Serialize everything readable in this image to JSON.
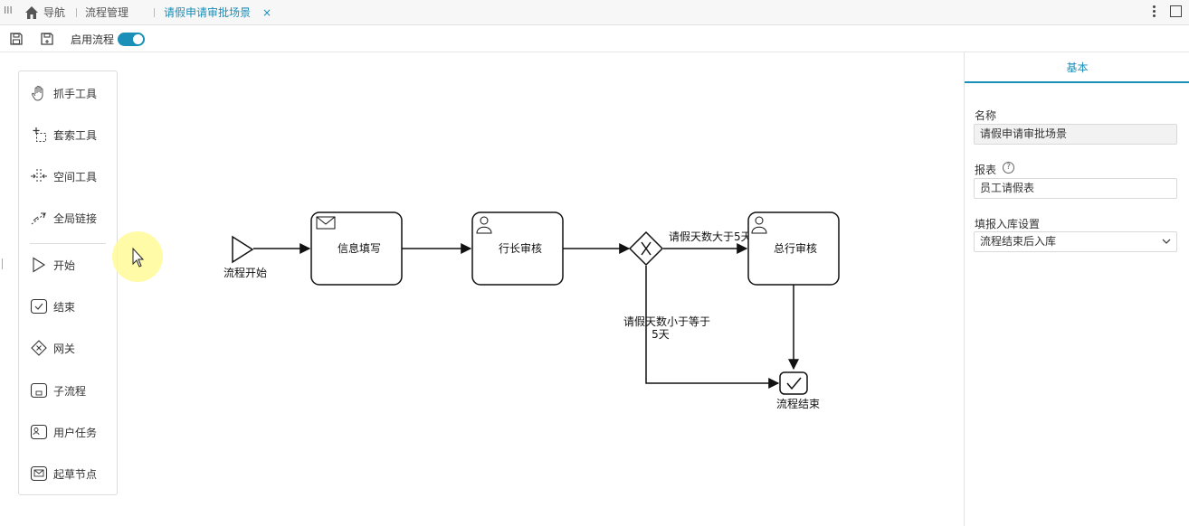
{
  "topbar": {
    "nav_label": "导航",
    "tabs": [
      {
        "label": "流程管理"
      },
      {
        "label": "请假申请审批场景"
      }
    ],
    "close_glyph": "×"
  },
  "toolbar": {
    "enable_label": "启用流程",
    "enabled": true
  },
  "palette": {
    "items": [
      {
        "label": "抓手工具",
        "icon": "hand-icon"
      },
      {
        "label": "套索工具",
        "icon": "lasso-icon"
      },
      {
        "label": "空间工具",
        "icon": "space-icon"
      },
      {
        "label": "全局链接",
        "icon": "link-icon"
      },
      {
        "label": "开始",
        "icon": "start-event-icon"
      },
      {
        "label": "结束",
        "icon": "end-event-icon"
      },
      {
        "label": "网关",
        "icon": "gateway-icon"
      },
      {
        "label": "子流程",
        "icon": "subprocess-icon"
      },
      {
        "label": "用户任务",
        "icon": "user-task-icon"
      },
      {
        "label": "起草节点",
        "icon": "draft-node-icon"
      }
    ]
  },
  "diagram": {
    "start": "流程开始",
    "task1": "信息填写",
    "task2": "行长审核",
    "task3": "总行审核",
    "end": "流程结束",
    "flow_gt": "请假天数大于5天",
    "flow_le_line1": "请假天数小于等于",
    "flow_le_line2": "5天"
  },
  "props": {
    "tab": "基本",
    "name_label": "名称",
    "name_value": "请假申请审批场景",
    "report_label": "报表",
    "report_value": "员工请假表",
    "storage_label": "填报入库设置",
    "storage_value": "流程结束后入库"
  },
  "colors": {
    "accent": "#1a8fb8"
  }
}
